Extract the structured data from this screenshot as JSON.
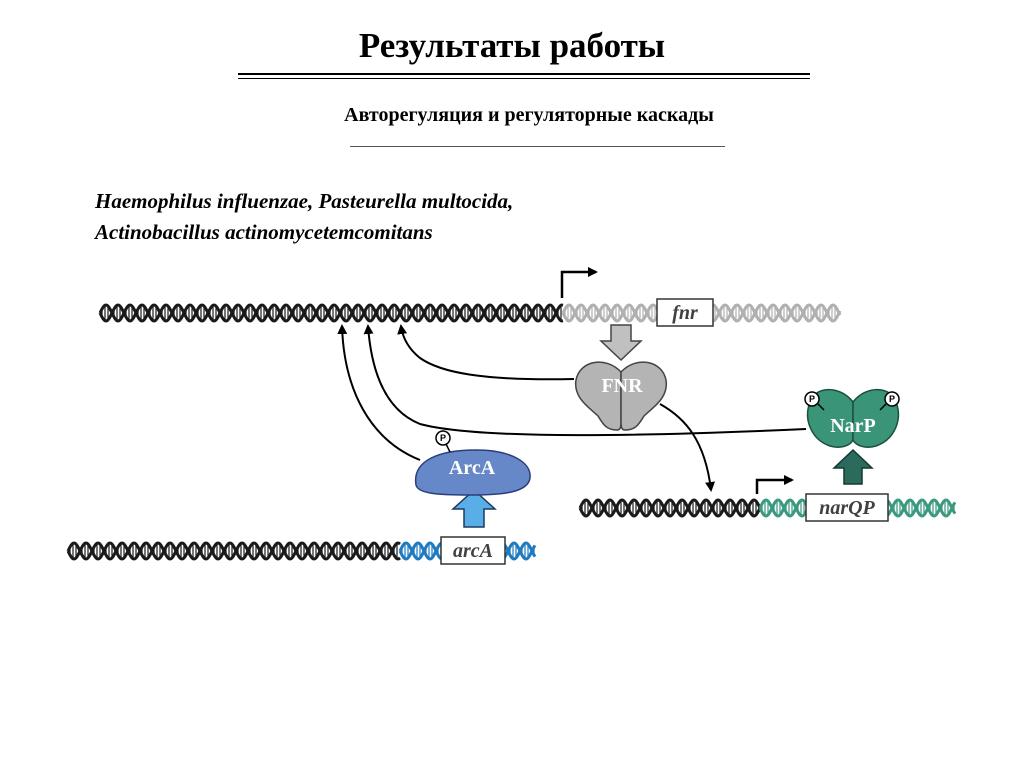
{
  "slide": {
    "title": "Результаты работы",
    "subtitle": "Авторегуляция и регуляторные каскады",
    "organisms_line1": "Haemophilus influenzae,  Pasteurella multocida,",
    "organisms_line2": "Actinobacillus actinomycetemcomitans"
  },
  "diagram": {
    "genes": {
      "fnr": "fnr",
      "arcA": "arcA",
      "narQP": "narQP"
    },
    "proteins": {
      "fnr": "FNR",
      "arcA": "ArcA",
      "narP": "NarP"
    },
    "phospho_label": "P",
    "colors": {
      "dna_dark": "#1a1a1a",
      "dna_gray": "#b0b0b0",
      "dna_blue": "#1e7bc0",
      "dna_teal": "#3a9a80",
      "fnr_protein": "#b4b4b4",
      "arca_protein": "#6688c8",
      "narp_protein": "#3a9478",
      "arca_arrow": "#5aaee8",
      "narp_arrow": "#2a6b5e"
    }
  }
}
